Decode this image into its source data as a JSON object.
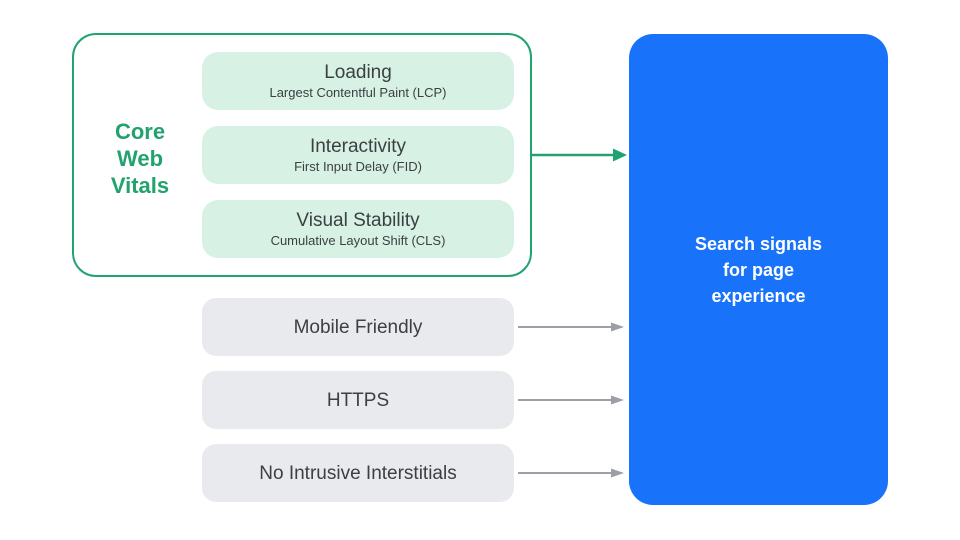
{
  "colors": {
    "green": "#21a26f",
    "green_light": "#d7f2e4",
    "blue": "#1973fa",
    "text_dark": "#3c4043",
    "gray_pill": "#e9eaed",
    "gray_arrow": "#9aa0a6",
    "white": "#ffffff"
  },
  "core_web_vitals": {
    "label_lines": [
      "Core",
      "Web",
      "Vitals"
    ],
    "label_text": "Core Web Vitals",
    "items": [
      {
        "title": "Loading",
        "subtitle": "Largest Contentful Paint (LCP)"
      },
      {
        "title": "Interactivity",
        "subtitle": "First Input Delay (FID)"
      },
      {
        "title": "Visual Stability",
        "subtitle": "Cumulative Layout Shift (CLS)"
      }
    ]
  },
  "other_signals": [
    {
      "label": "Mobile Friendly"
    },
    {
      "label": "HTTPS"
    },
    {
      "label": "No Intrusive Interstitials"
    }
  ],
  "result_panel": {
    "lines": [
      "Search signals",
      "for page",
      "experience"
    ],
    "text": "Search signals for page experience"
  }
}
